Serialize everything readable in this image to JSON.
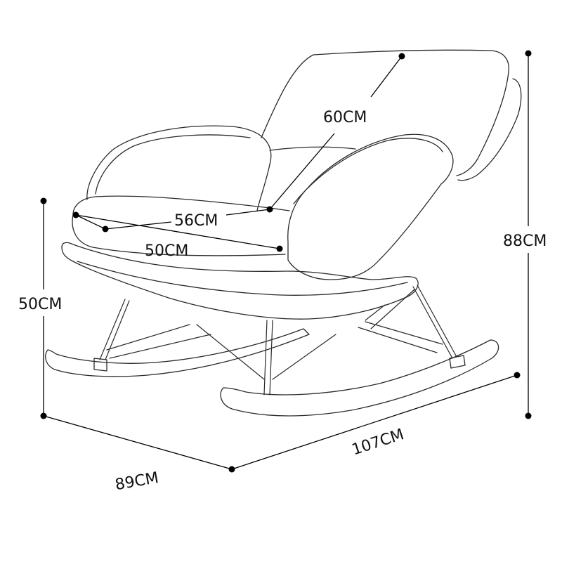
{
  "dimensions": {
    "backrest_width": "60CM",
    "seat_width": "56CM",
    "seat_depth": "50CM",
    "seat_height": "50CM",
    "total_height": "88CM",
    "length": "107CM",
    "depth": "89CM"
  },
  "colors": {
    "line": "#2a2a2a",
    "dimension": "#000000",
    "background": "#ffffff"
  }
}
